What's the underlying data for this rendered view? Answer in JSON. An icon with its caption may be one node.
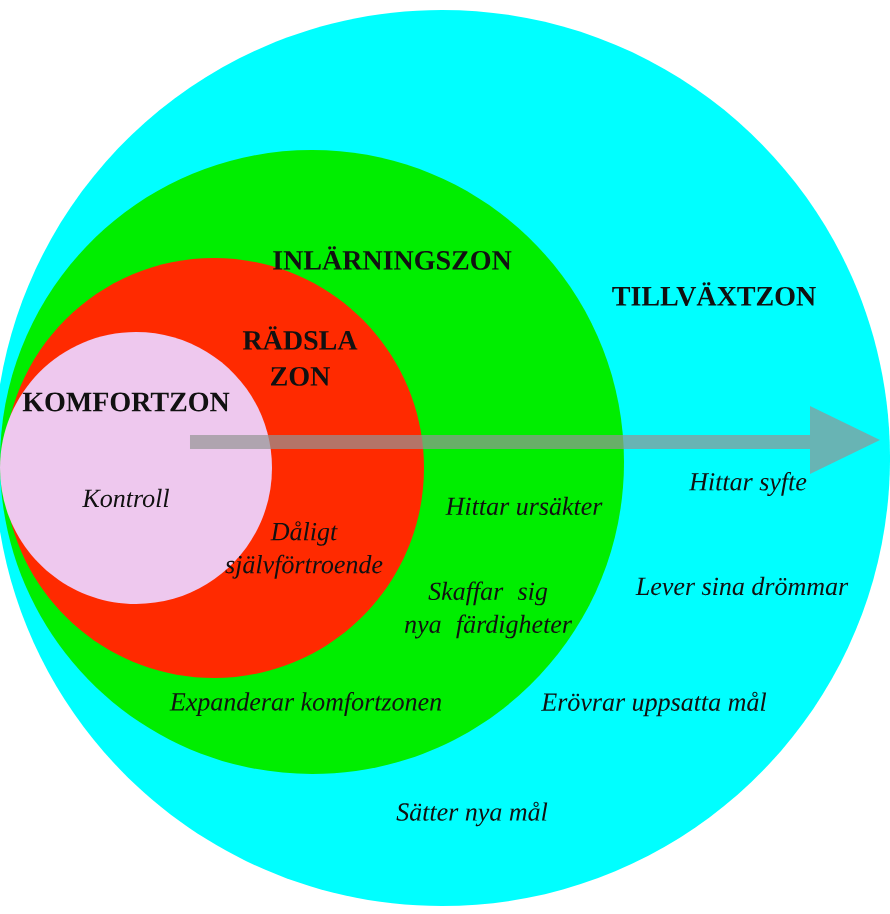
{
  "diagram": {
    "nodes": [
      {
        "text": [
          "TILLVÄXTZON",
          "Hittar syfte",
          "Lever sina drömmar",
          "Erövrar uppsatta mål",
          "Sätter nya mål"
        ]
      },
      {
        "text": [
          "INLÄRNINGSZON",
          "Hittar ursäkter",
          "Skaffar sig nya färdigheter",
          "Expanderar komfortzonen"
        ],
        "in": 0
      },
      {
        "text": [
          "RÄDSLA ZON",
          "Dåligt självförtroende"
        ],
        "in": 1
      },
      {
        "text": [
          "KOMFORTZON",
          "Kontroll"
        ],
        "in": 2
      }
    ]
  }
}
